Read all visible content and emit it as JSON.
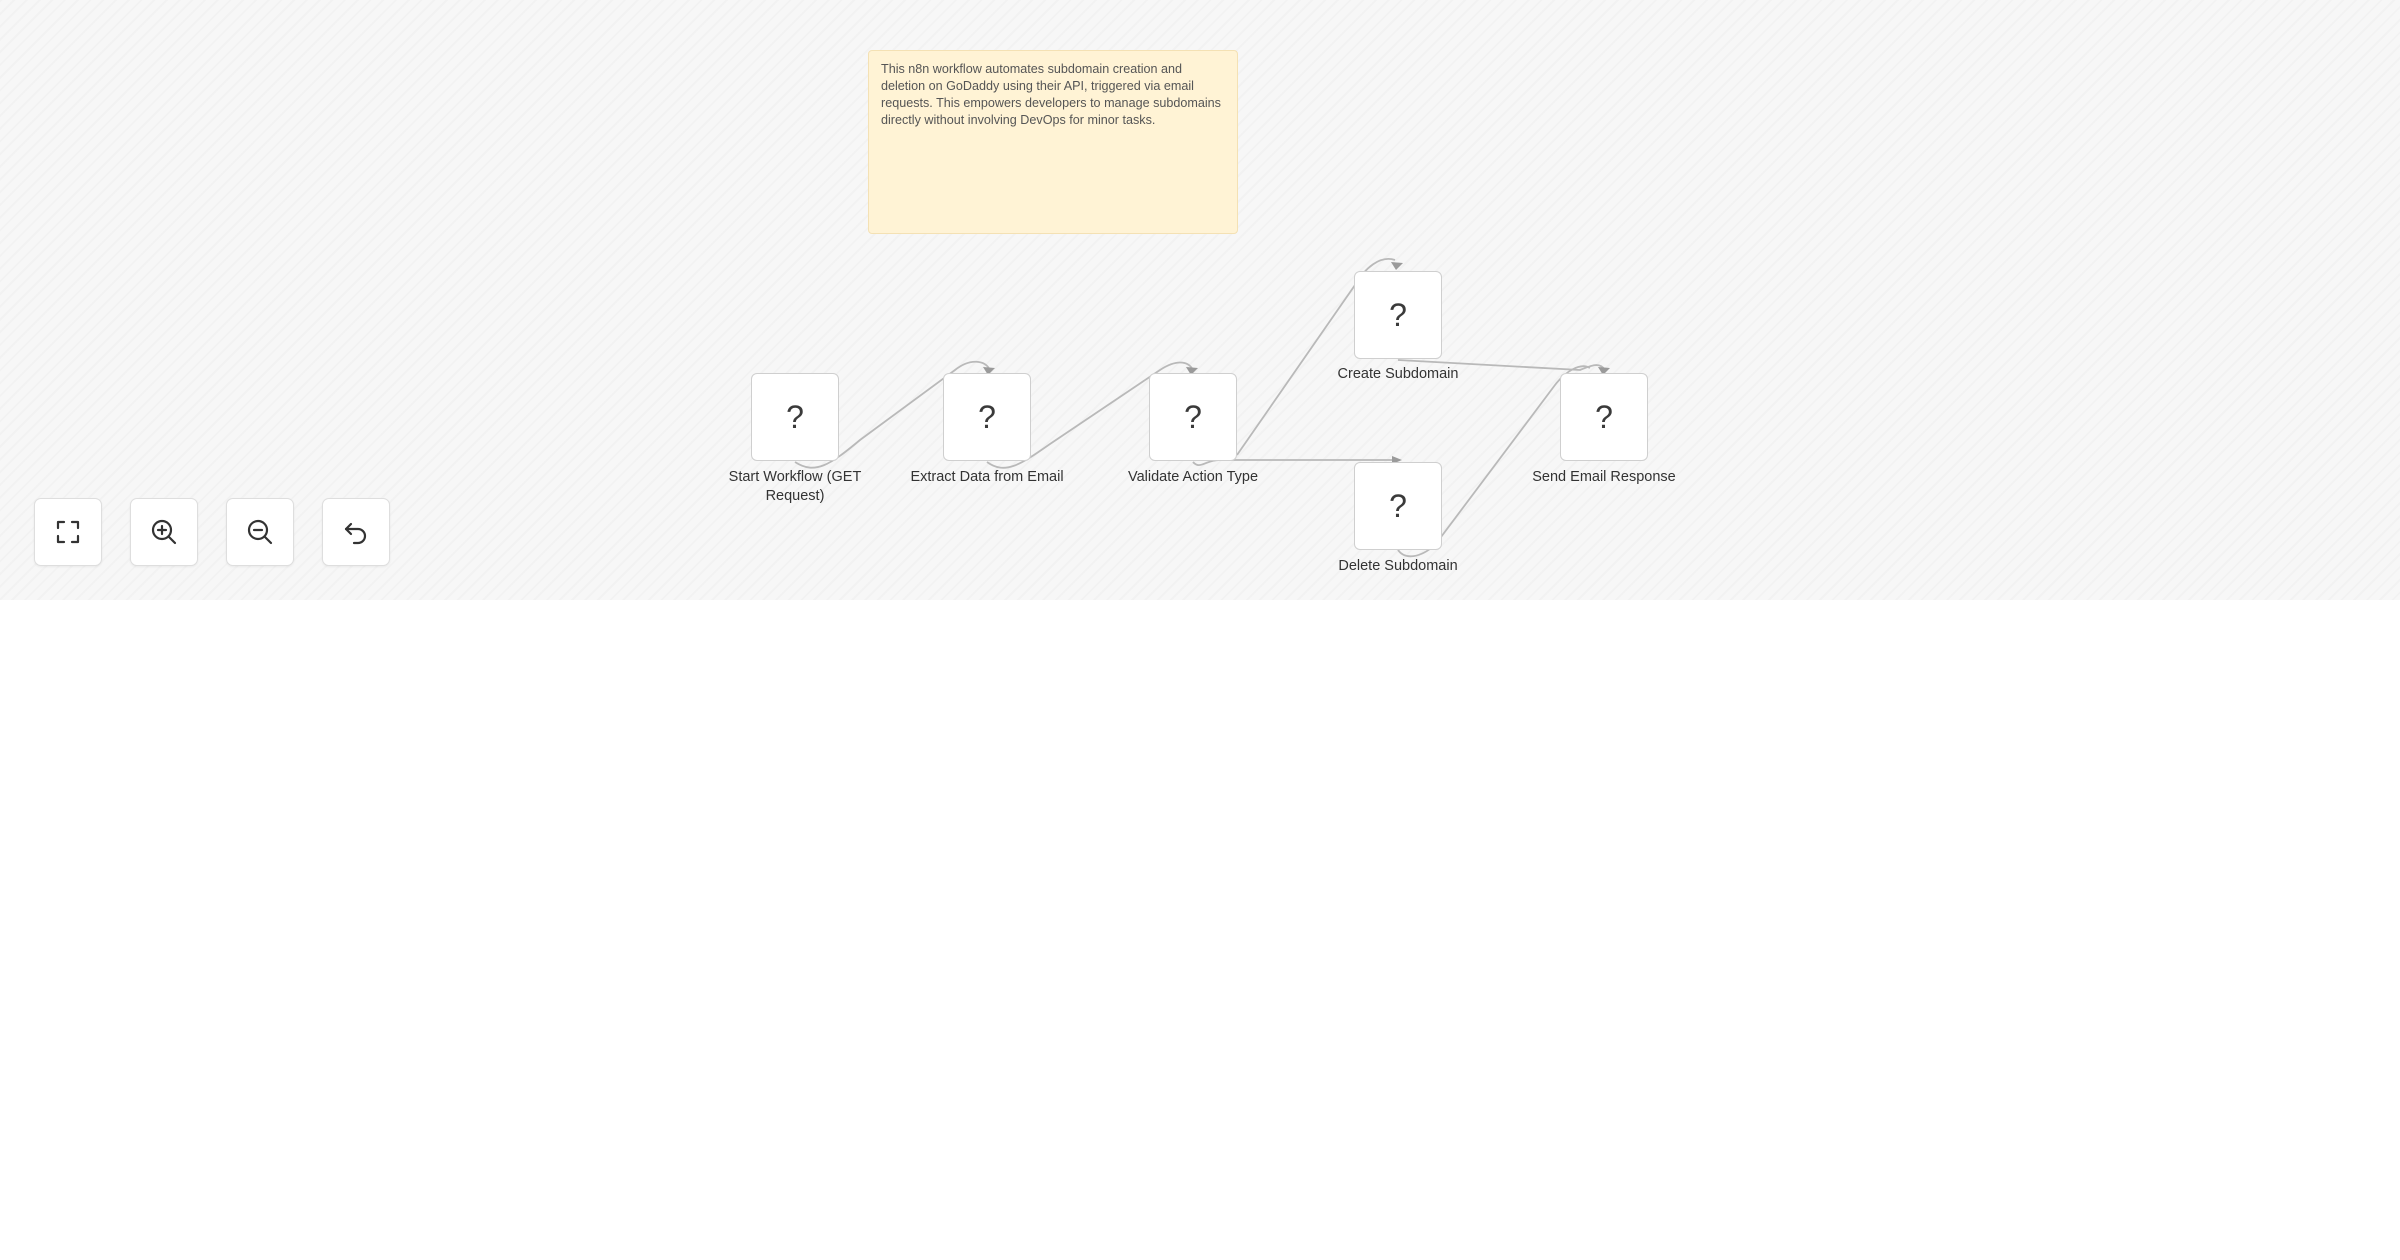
{
  "sticky_note": {
    "text": "This n8n workflow automates subdomain creation and deletion on GoDaddy using their API, triggered via email requests. This empowers developers to manage subdomains directly without involving DevOps for minor tasks."
  },
  "nodes": [
    {
      "icon": "?",
      "label": "Start Workflow (GET Request)"
    },
    {
      "icon": "?",
      "label": "Extract Data from Email"
    },
    {
      "icon": "?",
      "label": "Validate Action Type"
    },
    {
      "icon": "?",
      "label": "Create Subdomain"
    },
    {
      "icon": "?",
      "label": "Delete Subdomain"
    },
    {
      "icon": "?",
      "label": "Send Email Response"
    }
  ],
  "controls": [
    {
      "icon": "fullscreen-icon"
    },
    {
      "icon": "zoom-in-icon"
    },
    {
      "icon": "zoom-out-icon"
    },
    {
      "icon": "reset-icon"
    }
  ]
}
